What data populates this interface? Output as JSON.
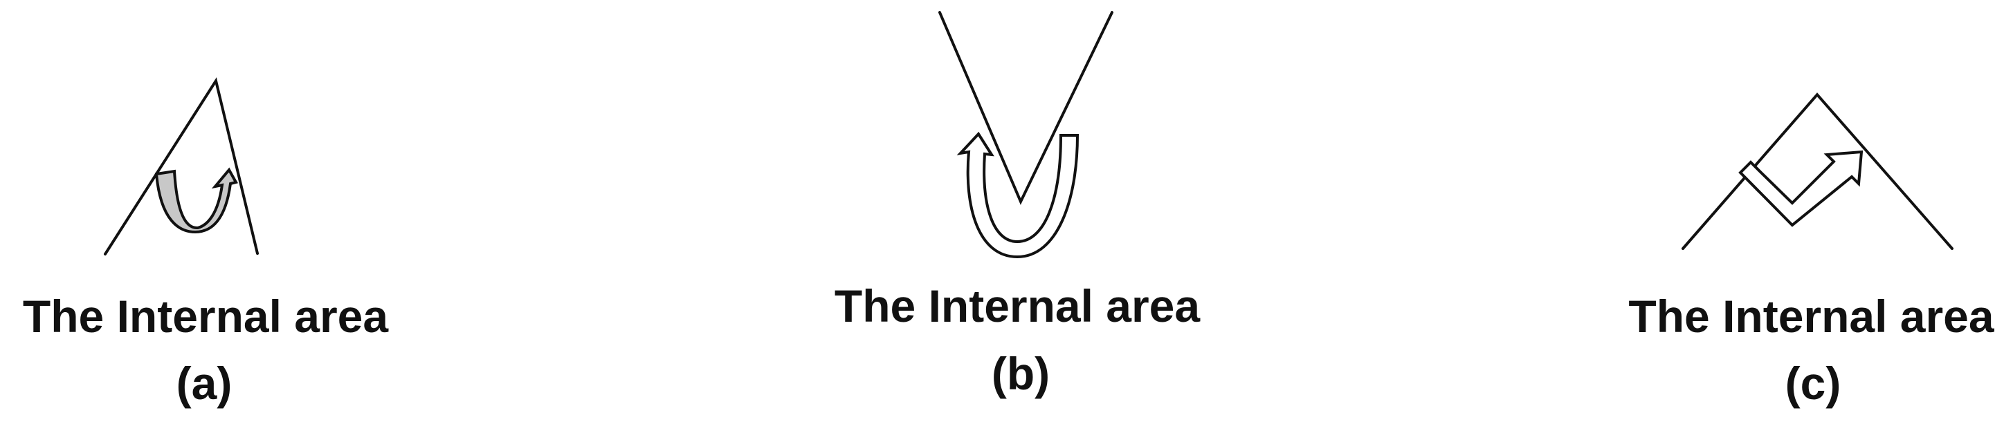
{
  "panels": [
    {
      "caption": "The Internal area",
      "label": "(a)",
      "fill_color": "#c8c8c8"
    },
    {
      "caption": "The Internal area",
      "label": "(b)",
      "fill_color": "#ffffff"
    },
    {
      "caption": "The Internal area",
      "label": "(c)",
      "fill_color": "#ffffff"
    }
  ],
  "colors": {
    "line": "#111111",
    "background": "#ffffff"
  }
}
